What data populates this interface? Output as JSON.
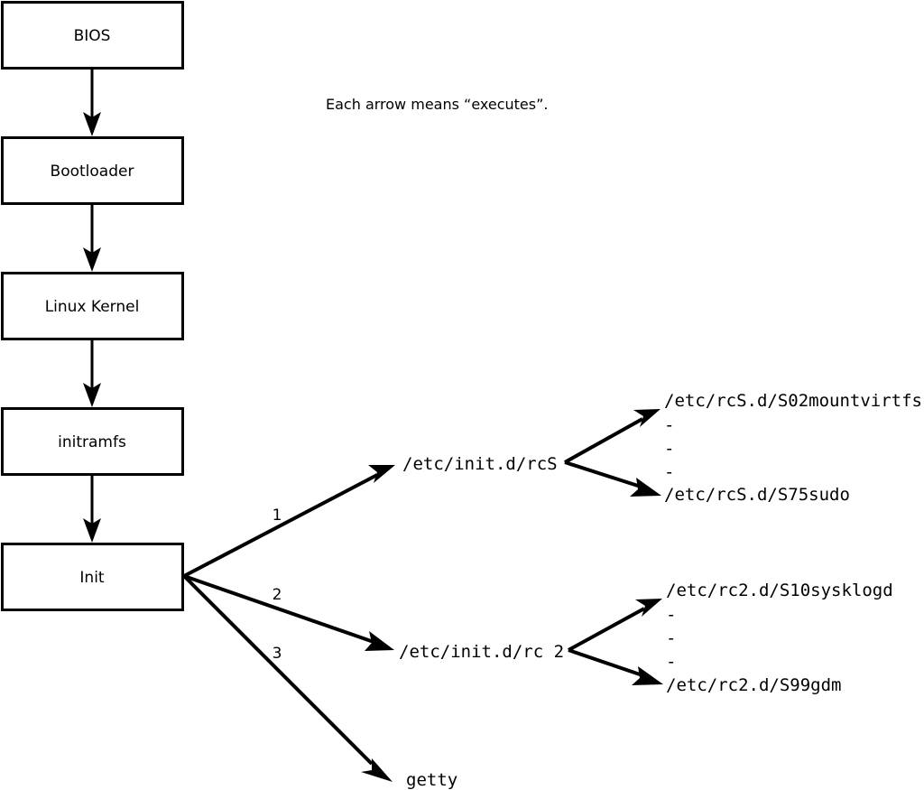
{
  "diagram": {
    "note": "Each arrow means “executes”.",
    "boot_chain": [
      {
        "id": "bios",
        "label": "BIOS"
      },
      {
        "id": "bootloader",
        "label": "Bootloader"
      },
      {
        "id": "kernel",
        "label": "Linux Kernel"
      },
      {
        "id": "initramfs",
        "label": "initramfs"
      },
      {
        "id": "init",
        "label": "Init"
      }
    ],
    "init_branches": [
      {
        "number": "1",
        "label": "/etc/init.d/rcS"
      },
      {
        "number": "2",
        "label": "/etc/init.d/rc 2"
      },
      {
        "number": "3",
        "label": "getty"
      }
    ],
    "rcs_scripts": {
      "first": "/etc/rcS.d/S02mountvirtfs",
      "ellipsis": [
        "-",
        "-",
        "-"
      ],
      "last": "/etc/rcS.d/S75sudo"
    },
    "rc2_scripts": {
      "first": "/etc/rc2.d/S10sysklogd",
      "ellipsis": [
        "-",
        "-",
        "-"
      ],
      "last": "/etc/rc2.d/S99gdm"
    },
    "colors": {
      "stroke": "#000000",
      "fill": "#ffffff",
      "text": "#000000"
    }
  }
}
